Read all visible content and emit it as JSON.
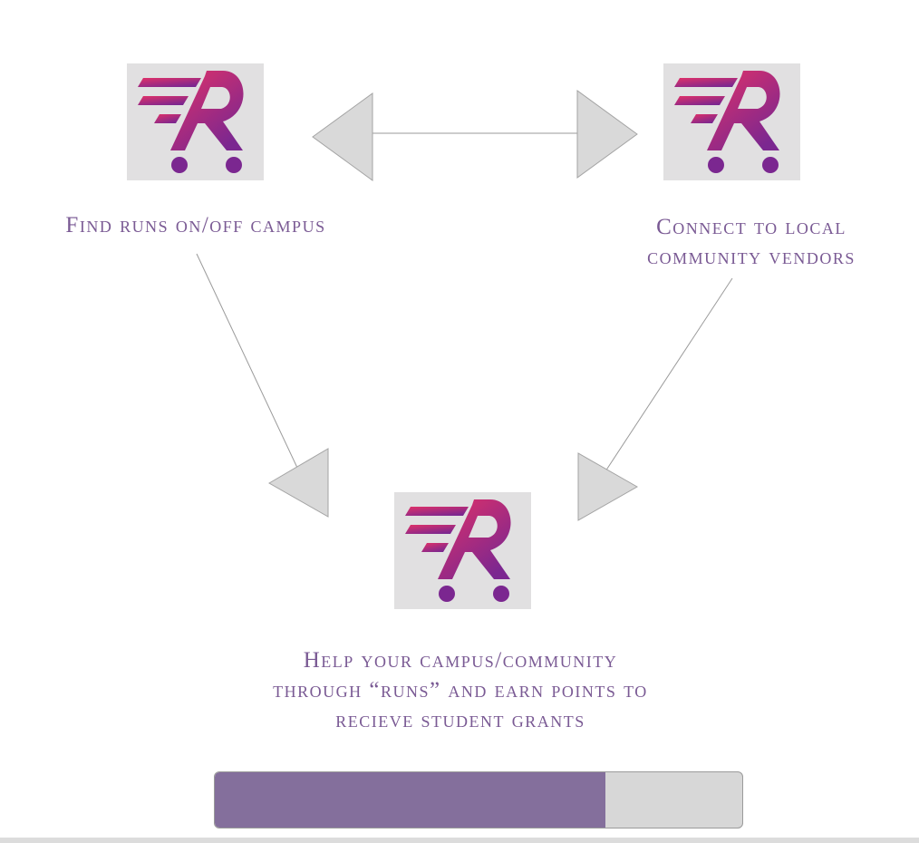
{
  "captions": {
    "left": "Find runs on/off campus",
    "right_line1": "Connect to local",
    "right_line2": "community vendors",
    "bottom_line1": "Help your campus/community",
    "bottom_line2": "through “runs” and earn points to",
    "bottom_line3": "recieve student grants"
  },
  "progress": {
    "fraction": 0.74
  },
  "colors": {
    "caption_text": "#7a5a94",
    "logo_gradient_start": "#e23168",
    "logo_gradient_end": "#7b2790",
    "arrow_fill": "#d9d9d9",
    "progress_fill": "#846f9c",
    "progress_track": "#d7d7d7"
  },
  "icons": {
    "logo": "r-cart-logo-icon",
    "left_arrowhead": "triangle-left-icon",
    "right_arrowhead": "triangle-right-icon"
  }
}
